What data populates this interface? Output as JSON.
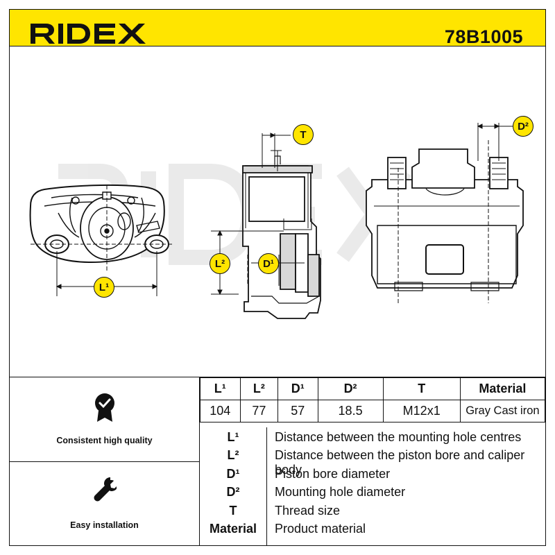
{
  "header": {
    "brand": "RIDEX",
    "part_number": "78B1005",
    "bg_color": "#ffe500"
  },
  "drawing": {
    "callouts": {
      "l1": "L¹",
      "l2": "L²",
      "d1": "D¹",
      "d2": "D²",
      "t": "T"
    }
  },
  "features": [
    {
      "icon": "quality-badge-icon",
      "label": "Consistent high quality"
    },
    {
      "icon": "wrench-icon",
      "label": "Easy installation"
    }
  ],
  "dimensions": {
    "headers": [
      "L¹",
      "L²",
      "D¹",
      "D²",
      "T",
      "Material"
    ],
    "values": [
      "104",
      "77",
      "57",
      "18.5",
      "M12x1",
      "Gray Cast iron"
    ]
  },
  "legend": [
    {
      "key": "L¹",
      "desc": "Distance between the mounting hole centres"
    },
    {
      "key": "L²",
      "desc": "Distance between the piston bore and caliper body"
    },
    {
      "key": "D¹",
      "desc": "Piston bore diameter"
    },
    {
      "key": "D²",
      "desc": "Mounting hole diameter"
    },
    {
      "key": "T",
      "desc": "Thread size"
    },
    {
      "key": "Material",
      "desc": "Product material"
    }
  ]
}
